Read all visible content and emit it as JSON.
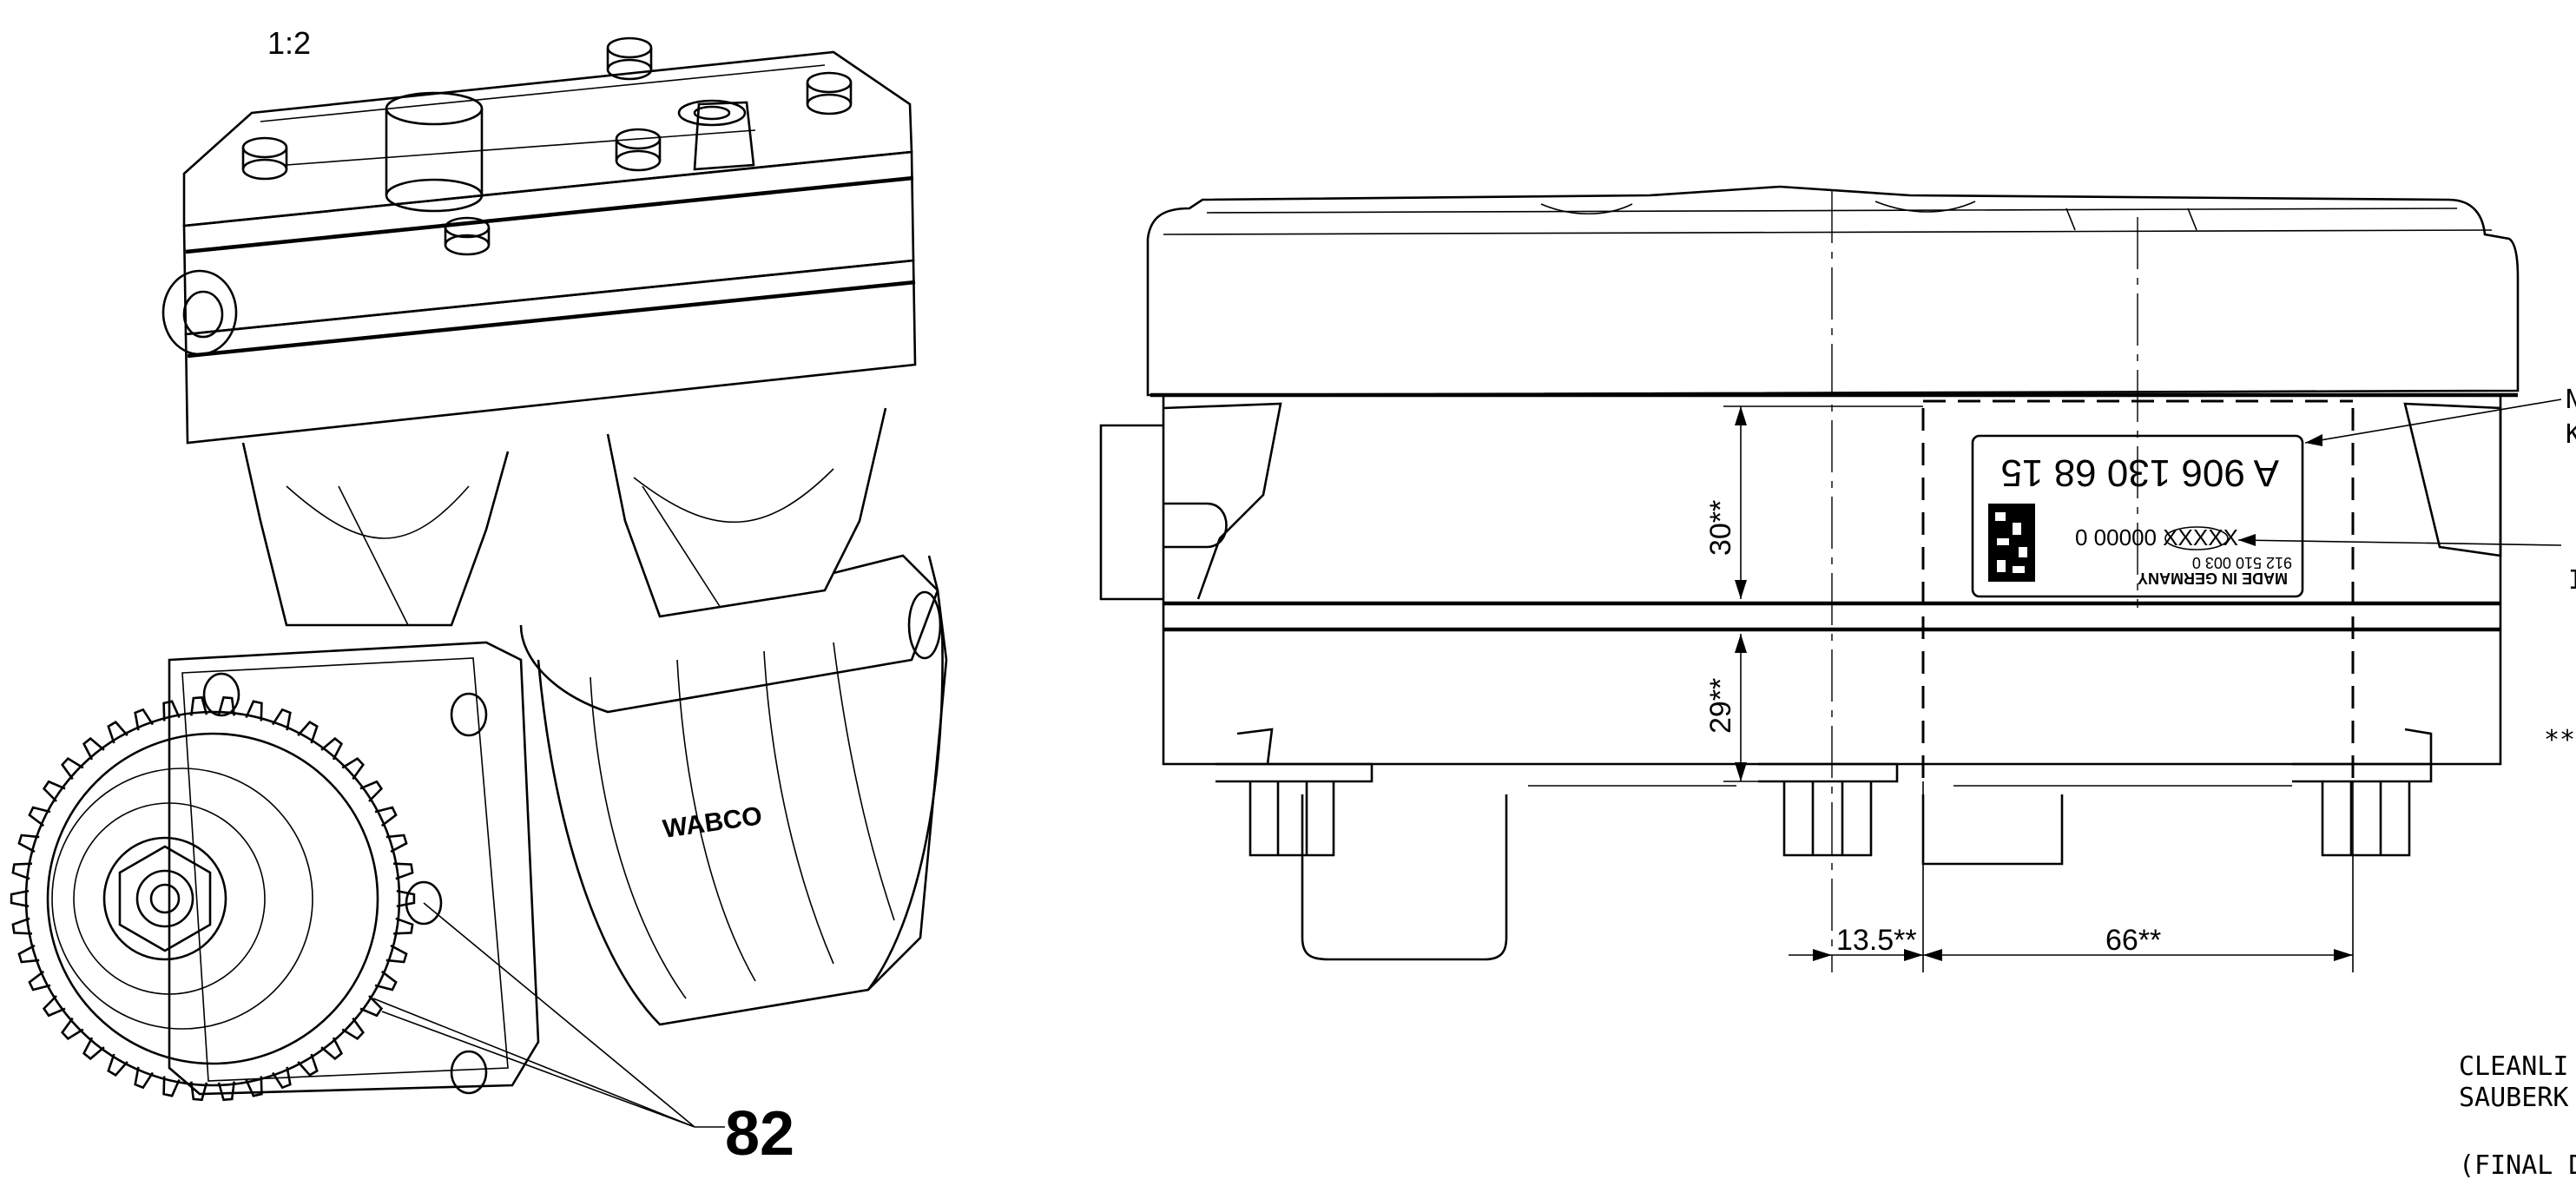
{
  "scale_label": "1:2",
  "callout": "82",
  "brand": "WABCO",
  "dimensions": {
    "d30": "30**",
    "d29": "29**",
    "d13_5": "13.5**",
    "d66": "66**"
  },
  "nameplate": {
    "line1_rotated": "A 906 130 68 15",
    "barcode_text": "0 00000 XXXXX",
    "made_in": "MADE IN GERMANY",
    "part_no": "912 510 003 0"
  },
  "right_edge_labels": {
    "cut_top_1": "N",
    "cut_top_2": "K",
    "cut_mid": "I",
    "stars": "**"
  },
  "notes": {
    "cleanliness_line1": "CLEANLI",
    "cleanliness_line2": "SAUBERK",
    "final": "(FINAL D"
  }
}
